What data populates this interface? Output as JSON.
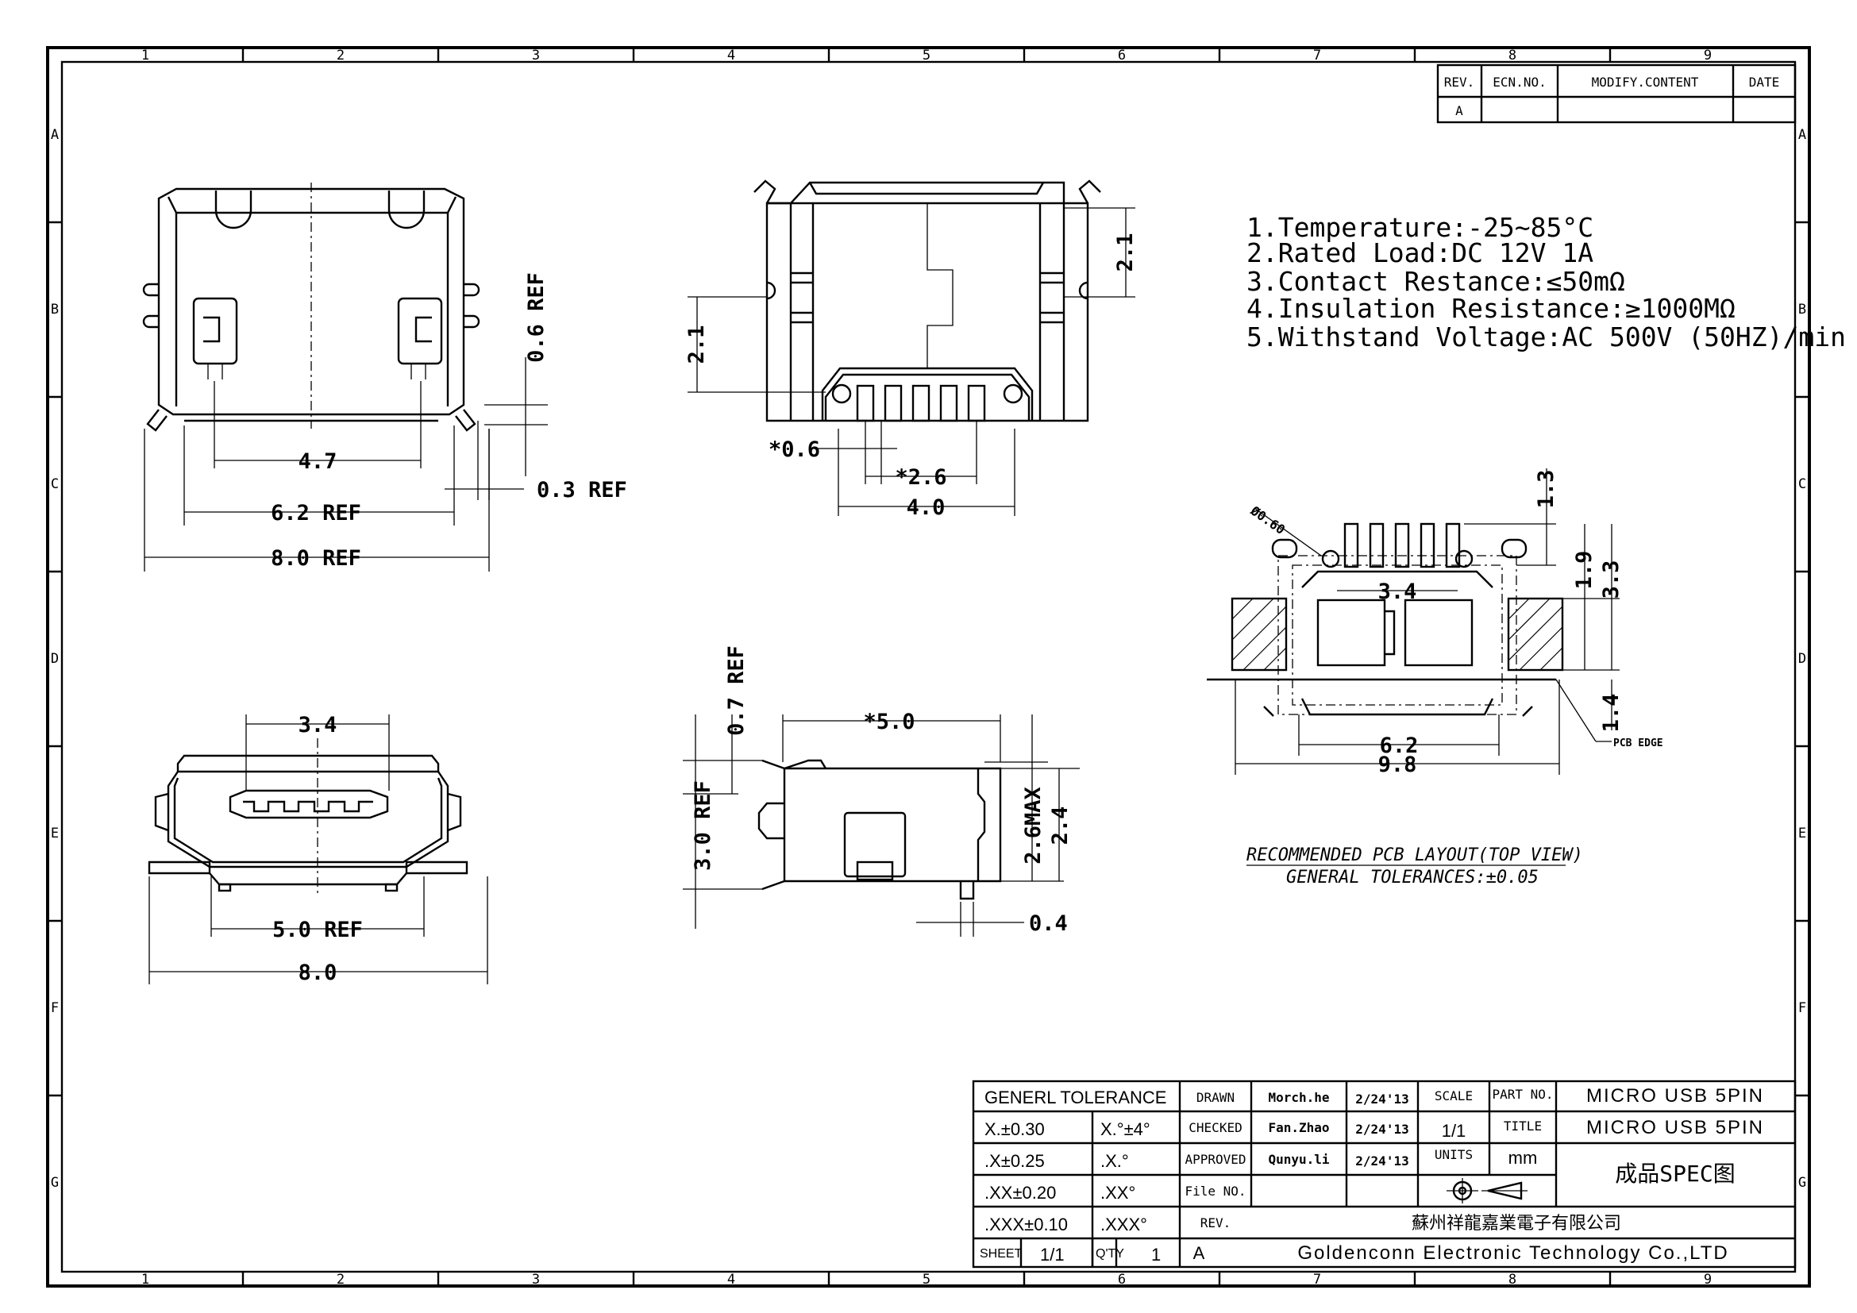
{
  "zones": {
    "columns": [
      "1",
      "2",
      "3",
      "4",
      "5",
      "6",
      "7",
      "8",
      "9"
    ],
    "rows": [
      "A",
      "B",
      "C",
      "D",
      "E",
      "F",
      "G"
    ]
  },
  "revision_table": {
    "headers": [
      "REV.",
      "ECN.NO.",
      "MODIFY.CONTENT",
      "DATE"
    ],
    "row": [
      "A",
      "",
      "",
      ""
    ]
  },
  "specs": [
    "1.Temperature:-25~85°C",
    "2.Rated Load:DC 12V 1A",
    "3.Contact Restance:≤50mΩ",
    "4.Insulation Resistance:≥1000MΩ",
    "5.Withstand Voltage:AC 500V (50HZ)/min"
  ],
  "dimensions": {
    "top_view": [
      "0.6 REF",
      "4.7",
      "6.2 REF",
      "0.3 REF",
      "8.0 REF"
    ],
    "back_view": [
      "2.1",
      "2.1",
      "*0.6",
      "*2.6",
      "4.0"
    ],
    "front_view": [
      "3.4",
      "5.0 REF",
      "8.0"
    ],
    "side_view": [
      "0.7 REF",
      "*5.0",
      "3.0 REF",
      "2.6MAX",
      "2.4",
      "0.4"
    ],
    "pcb_layout": [
      "Ø0.60",
      "1.3",
      "1.9",
      "3.3",
      "3.4",
      "1.4",
      "6.2",
      "9.8",
      "PCB EDGE"
    ]
  },
  "pcb_caption": {
    "title": "RECOMMENDED PCB LAYOUT(TOP VIEW)",
    "tolerance": "GENERAL TOLERANCES:±0.05"
  },
  "title_block": {
    "general_tolerance_label": "GENERL TOLERANCE",
    "tolerances": [
      {
        "lin": "X.±0.30",
        "ang": "X.°±4°"
      },
      {
        "lin": ".X±0.25",
        "ang": ".X.°"
      },
      {
        "lin": ".XX±0.20",
        "ang": ".XX°"
      },
      {
        "lin": ".XXX±0.10",
        "ang": ".XXX°"
      }
    ],
    "sheet_label": "SHEET",
    "sheet_value": "1/1",
    "qty_label": "Q'TY",
    "qty_value": "1",
    "drawn_label": "DRAWN",
    "drawn_by": "Morch.he",
    "drawn_date": "2/24'13",
    "checked_label": "CHECKED",
    "checked_by": "Fan.Zhao",
    "checked_date": "2/24'13",
    "approved_label": "APPROVED",
    "approved_by": "Qunyu.li",
    "approved_date": "2/24'13",
    "file_label": "File NO.",
    "rev_label": "REV.",
    "rev_value": "A",
    "scale_label": "SCALE",
    "scale_value": "1/1",
    "units_label": "UNITS",
    "units_value": "mm",
    "part_no_label": "PART NO.",
    "part_no_value": "MICRO USB 5PIN",
    "title_label": "TITLE",
    "title_value": "MICRO USB 5PIN",
    "doc_name": "成品SPEC图",
    "company_cn": "蘇州祥龍嘉業電子有限公司",
    "company_en": "Goldenconn Electronic Technology Co.,LTD"
  }
}
